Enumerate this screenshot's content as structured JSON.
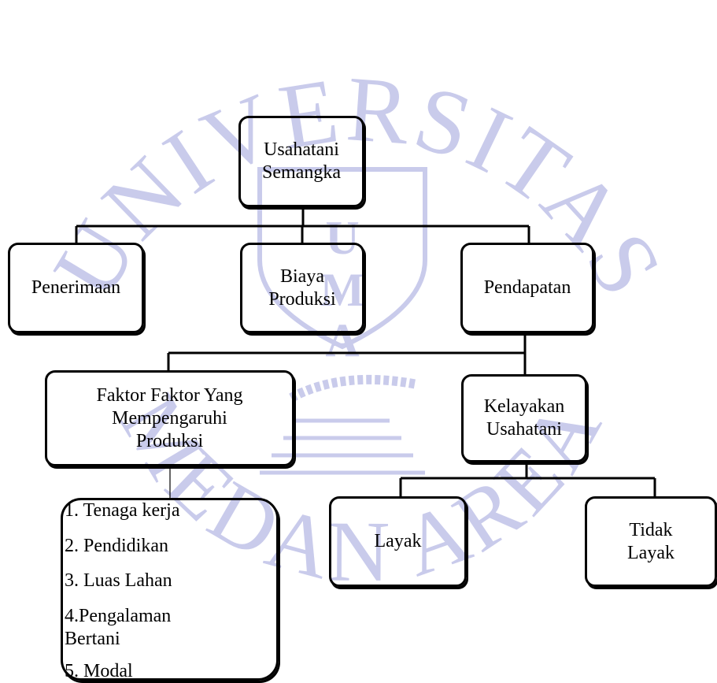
{
  "colors": {
    "line": "#000000",
    "watermark": "#c9cbeb",
    "background": "#ffffff"
  },
  "watermark": {
    "arc_text": "UNIVERSITAS",
    "lower_text": "MEDAN AREA",
    "emblem_letters": [
      "U",
      "M",
      "A"
    ]
  },
  "nodes": {
    "root": "Usahatani\nSemangka",
    "penerimaan": "Penerimaan",
    "biaya": "Biaya\nProduksi",
    "pendapatan": "Pendapatan",
    "faktor": "Faktor Faktor Yang\nMempengaruhi\nProduksi",
    "kelayakan": "Kelayakan\nUsahatani",
    "layak": "Layak",
    "tidak_layak": "Tidak\nLayak"
  },
  "factors": [
    "1. Tenaga kerja",
    "2. Pendidikan",
    "3. Luas Lahan",
    "4.Pengalaman\nBertani",
    "5. Modal"
  ]
}
